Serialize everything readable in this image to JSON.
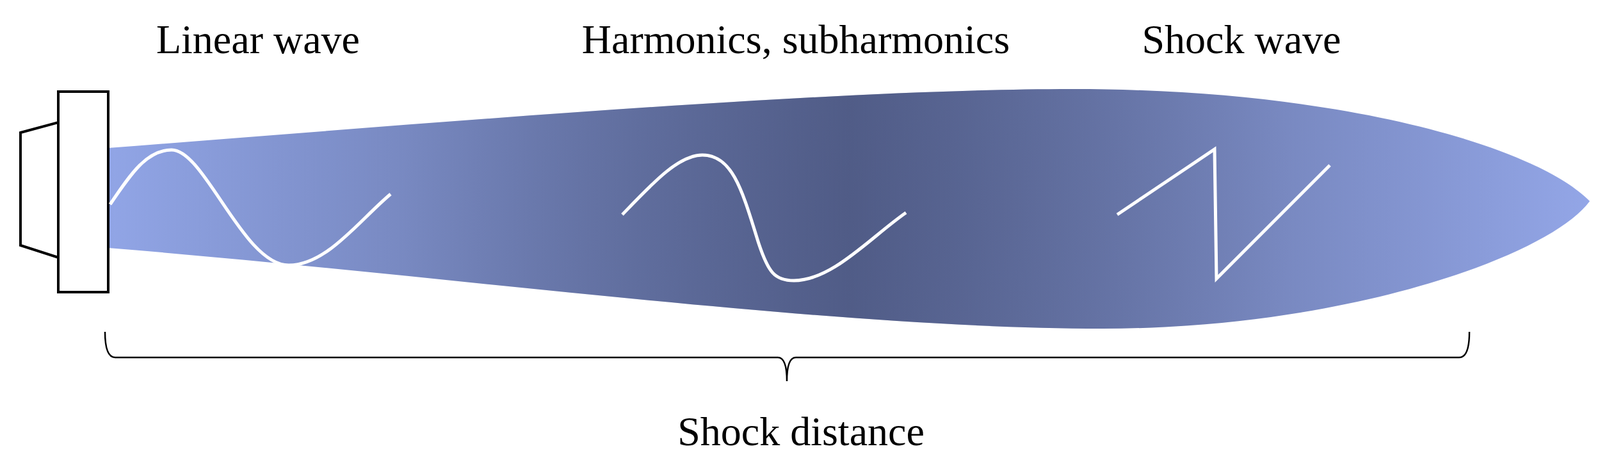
{
  "diagram": {
    "labels": [
      "Linear wave",
      "Harmonics, subharmonics",
      "Shock wave",
      "Shock distance"
    ]
  }
}
